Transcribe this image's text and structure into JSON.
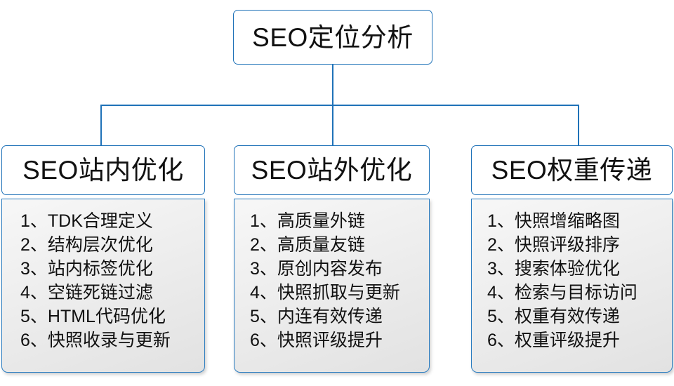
{
  "diagram": {
    "type": "organization-tree",
    "accent_color": "#1f72b8",
    "panel_color": "#e9e9e9",
    "text_color": "#111111",
    "root": {
      "label": "SEO定位分析"
    },
    "branches": [
      {
        "header": "SEO站内优化",
        "items": [
          "1、TDK合理定义",
          "2、结构层次优化",
          "3、站内标签优化",
          "4、空链死链过滤",
          "5、HTML代码优化",
          "6、快照收录与更新"
        ]
      },
      {
        "header": "SEO站外优化",
        "items": [
          "1、高质量外链",
          "2、高质量友链",
          "3、原创内容发布",
          "4、快照抓取与更新",
          "5、内连有效传递",
          "6、快照评级提升"
        ]
      },
      {
        "header": "SEO权重传递",
        "items": [
          "1、快照增缩略图",
          "2、快照评级排序",
          "3、搜索体验优化",
          "4、检索与目标访问",
          "5、权重有效传递",
          "6、权重评级提升"
        ]
      }
    ]
  }
}
